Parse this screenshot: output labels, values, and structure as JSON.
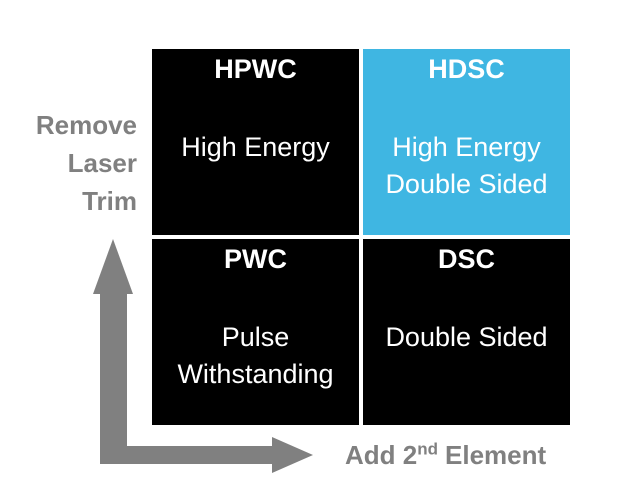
{
  "matrix": {
    "quadrants": [
      {
        "code": "HPWC",
        "lines": [
          "High Energy"
        ],
        "highlighted": false
      },
      {
        "code": "HDSC",
        "lines": [
          "High Energy",
          "Double Sided"
        ],
        "highlighted": true
      },
      {
        "code": "PWC",
        "lines": [
          "Pulse",
          "Withstanding"
        ],
        "highlighted": false
      },
      {
        "code": "DSC",
        "lines": [
          "Double Sided"
        ],
        "highlighted": false
      }
    ]
  },
  "axes": {
    "y": {
      "lines": [
        "Remove",
        "Laser",
        "Trim"
      ]
    },
    "x": {
      "prefix": "Add 2",
      "superscript": "nd",
      "suffix": "Element"
    }
  },
  "colors": {
    "quadrant_bg": "#000000",
    "highlight_bg": "#3FB6E2",
    "quadrant_text": "#FFFFFF",
    "axis_gray": "#808080",
    "background": "#FFFFFF"
  }
}
